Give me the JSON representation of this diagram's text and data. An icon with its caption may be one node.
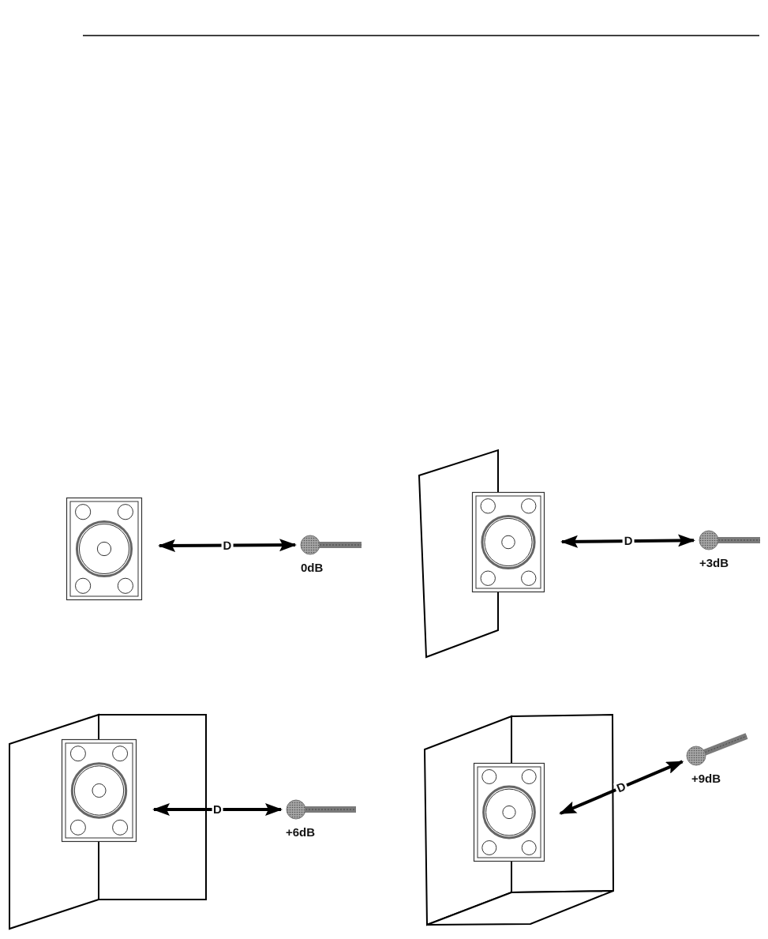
{
  "diagram": {
    "nodes": [
      {
        "text": [],
        "shape": "picture"
      },
      {
        "text": [],
        "shape": "picture",
        "beside": [
          "0dB"
        ]
      },
      {
        "text": [],
        "shape": "picture"
      },
      {
        "text": [],
        "shape": "picture",
        "beside": [
          "+3dB"
        ]
      },
      {
        "text": [],
        "shape": "picture"
      },
      {
        "text": [],
        "shape": "picture",
        "beside": [
          "+6dB"
        ]
      },
      {
        "text": [],
        "shape": "picture"
      },
      {
        "text": [],
        "shape": "picture",
        "beside": [
          "+9dB"
        ]
      }
    ],
    "edges": [
      {
        "from": 0,
        "to": 1,
        "arrow": "both",
        "label": "D"
      },
      {
        "from": 2,
        "to": 3,
        "arrow": "both",
        "label": "D"
      },
      {
        "from": 4,
        "to": 5,
        "arrow": "both",
        "label": "D"
      },
      {
        "from": 6,
        "to": 7,
        "arrow": "both",
        "label": "D"
      }
    ]
  }
}
